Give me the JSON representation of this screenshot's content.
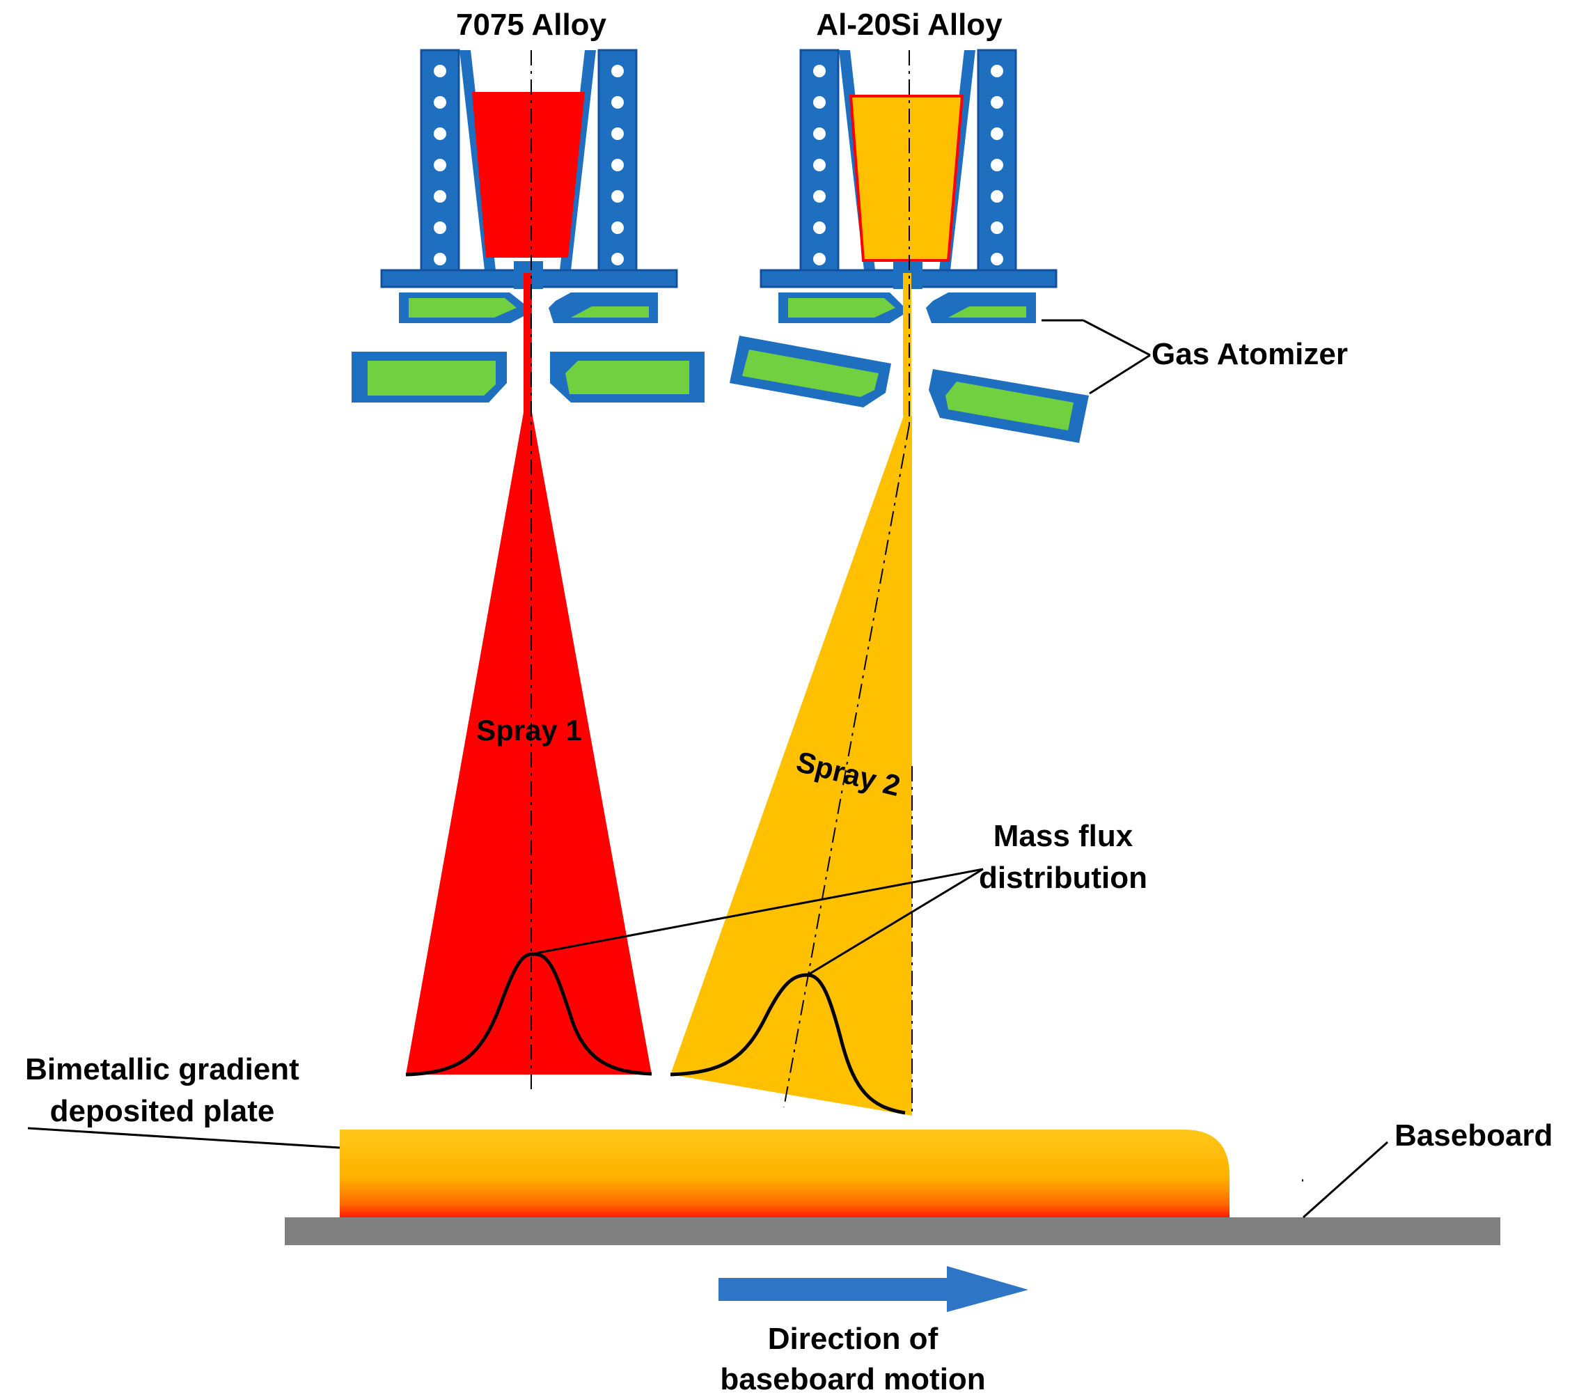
{
  "labels": {
    "alloy_1": "7075 Alloy",
    "alloy_2": "Al-20Si Alloy",
    "gas_atomizer": "Gas Atomizer",
    "spray_1": "Spray 1",
    "spray_2": "Spray 2",
    "mass_flux_line1": "Mass flux",
    "mass_flux_line2": "distribution",
    "plate_line1": "Bimetallic gradient",
    "plate_line2": "deposited plate",
    "baseboard": "Baseboard",
    "direction_line1": "Direction of",
    "direction_line2": "baseboard motion"
  },
  "colors": {
    "alloy_7075": "#ff0000",
    "alloy_al20si": "#ffc000",
    "frame_blue": "#1f6fc0",
    "nozzle_green": "#70d040",
    "baseboard_gray": "#808080",
    "arrow_blue": "#2e75c6"
  }
}
